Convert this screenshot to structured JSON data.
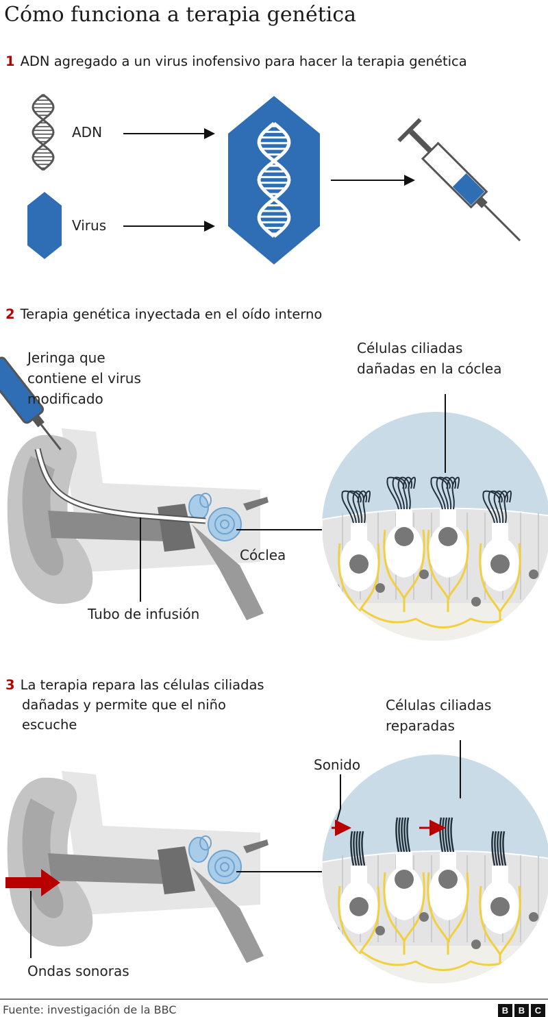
{
  "title": "Cómo funciona a terapia genética",
  "steps": [
    {
      "number": "1",
      "text": "ADN agregado a un virus inofensivo para hacer la terapia genética"
    },
    {
      "number": "2",
      "text": "Terapia genética inyectada en el oído interno"
    },
    {
      "number": "3",
      "lines": [
        "La terapia repara las células ciliadas",
        "dañadas y permite que el niño",
        "escuche"
      ]
    }
  ],
  "section1": {
    "dna_label": "ADN",
    "virus_label": "Virus"
  },
  "section2": {
    "syringe_label": [
      "Jeringa que",
      "contiene el virus",
      "modificado"
    ],
    "damaged_cells_label": [
      "Células ciliadas",
      "dañadas en la cóclea"
    ],
    "cochlea_label": "Cóclea",
    "tube_label": "Tubo de infusión"
  },
  "section3": {
    "repaired_cells_label": [
      "Células ciliadas",
      "reparadas"
    ],
    "sound_label": "Sonido",
    "waves_label": "Ondas sonoras"
  },
  "footer": {
    "source": "Fuente: investigación de la BBC",
    "logo": [
      "B",
      "B",
      "C"
    ]
  },
  "colors": {
    "blue": "#2f6db5",
    "red": "#b80000",
    "light_blue": "#c9dbe6",
    "yellow": "#f0d040",
    "gray": "#8a8a8a"
  }
}
